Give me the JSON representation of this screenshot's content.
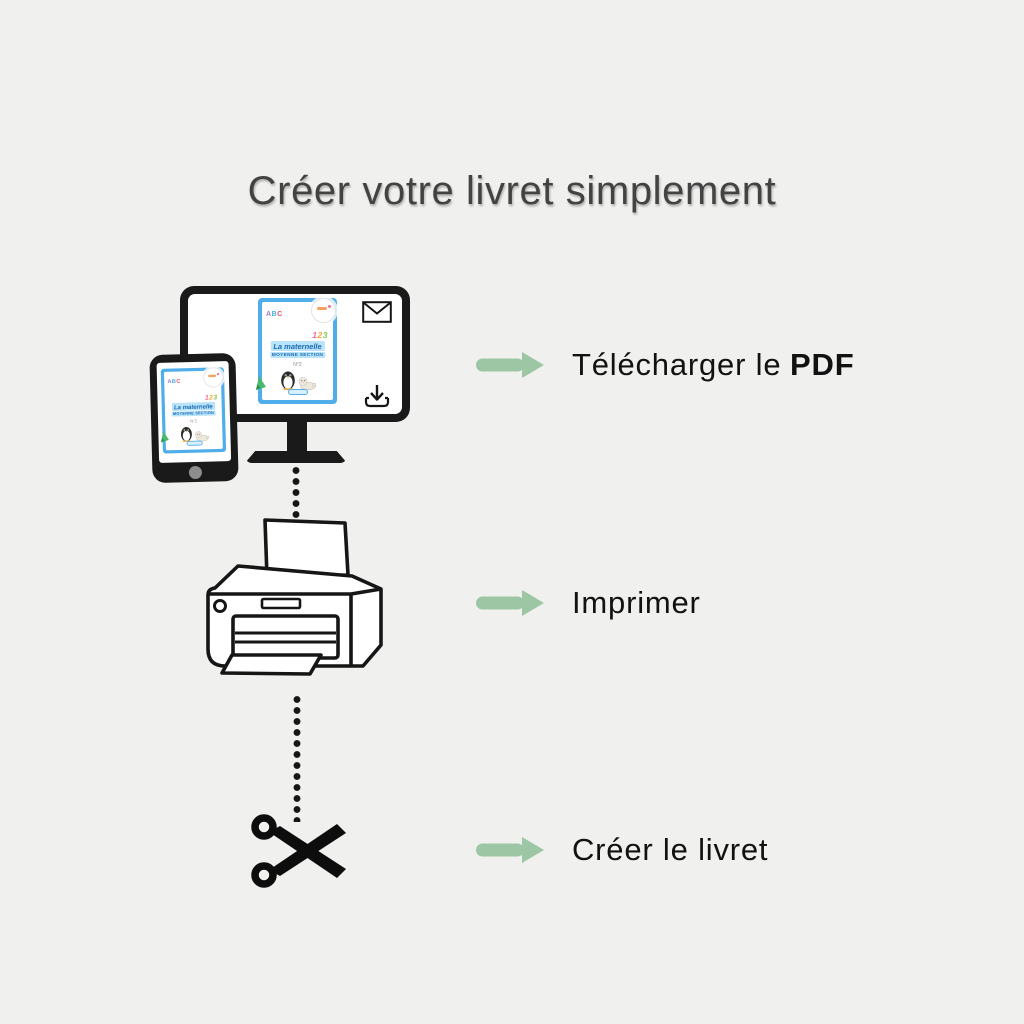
{
  "title": "Créer votre livret simplement",
  "steps": [
    {
      "name": "download",
      "label": "Télécharger le",
      "label_bold": "PDF"
    },
    {
      "name": "print",
      "label": "Imprimer",
      "label_bold": ""
    },
    {
      "name": "assemble",
      "label": "Créer le livret",
      "label_bold": ""
    }
  ],
  "booklet_cover": {
    "letters": [
      {
        "char": "A",
        "color": "#9b7bd4"
      },
      {
        "char": "B",
        "color": "#4ab0e8"
      },
      {
        "char": "C",
        "color": "#e8506e"
      }
    ],
    "numbers": [
      {
        "char": "1",
        "color": "#f0689a"
      },
      {
        "char": "2",
        "color": "#ffa733"
      },
      {
        "char": "3",
        "color": "#8bc34a"
      }
    ],
    "series": "La maternelle",
    "level": "MOYENNE SECTION",
    "issue": "N°2"
  },
  "icons": [
    "mail-icon",
    "download-icon",
    "monitor",
    "tablet",
    "printer-icon",
    "scissors-icon",
    "arrow-right-icon"
  ],
  "colors": {
    "background": "#f0f0ee",
    "arrow_green": "#9dc7a4",
    "line_art": "#161616",
    "title_gray": "#434343",
    "cover_blue": "#4faee9",
    "cover_highlight": "#b9e3f9",
    "cover_text_blue": "#1a6ab5"
  }
}
